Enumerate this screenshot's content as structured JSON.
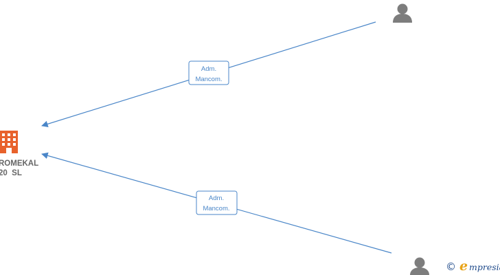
{
  "diagram": {
    "company": {
      "name_line1": "ROMEKAL",
      "name_line2": "20  SL",
      "icon": "building-icon",
      "icon_color": "#e8622c"
    },
    "persons": [
      {
        "id": "person-1",
        "icon": "person-icon"
      },
      {
        "id": "person-2",
        "icon": "person-icon"
      }
    ],
    "relations": [
      {
        "from": "person-1",
        "to": "company",
        "label_line1": "Adm.",
        "label_line2": "Mancom."
      },
      {
        "from": "person-2",
        "to": "company",
        "label_line1": "Adm.",
        "label_line2": "Mancom."
      }
    ],
    "edge_color": "#4a86c8"
  },
  "watermark": {
    "copyright_symbol": "©",
    "brand_initial": "e",
    "brand_rest": "mpresia"
  }
}
